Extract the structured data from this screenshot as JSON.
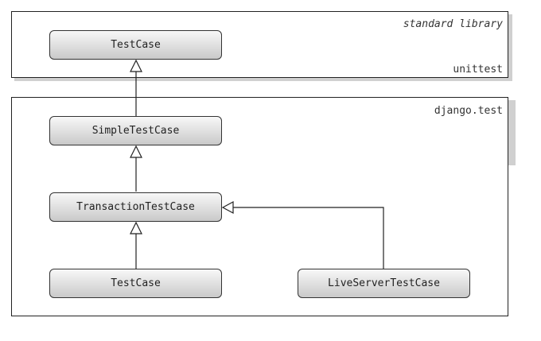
{
  "packages": {
    "stdlib": {
      "caption": "standard library",
      "name": "unittest"
    },
    "django": {
      "name": "django.test"
    }
  },
  "classes": {
    "unittest_testcase": "TestCase",
    "simpletestcase": "SimpleTestCase",
    "transactiontestcase": "TransactionTestCase",
    "django_testcase": "TestCase",
    "liveservertestcase": "LiveServerTestCase"
  },
  "relationships": [
    {
      "from": "SimpleTestCase",
      "to": "TestCase (unittest)",
      "kind": "inherits"
    },
    {
      "from": "TransactionTestCase",
      "to": "SimpleTestCase",
      "kind": "inherits"
    },
    {
      "from": "TestCase (django.test)",
      "to": "TransactionTestCase",
      "kind": "inherits"
    },
    {
      "from": "LiveServerTestCase",
      "to": "TransactionTestCase",
      "kind": "inherits"
    }
  ]
}
